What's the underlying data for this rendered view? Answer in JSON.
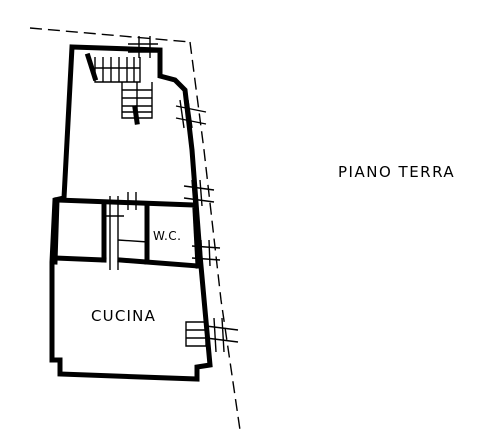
{
  "floor_label": "PIANO TERRA",
  "rooms": {
    "kitchen": "CUCINA",
    "wc": "W.C."
  },
  "colors": {
    "ink": "#000000",
    "paper": "#ffffff"
  }
}
